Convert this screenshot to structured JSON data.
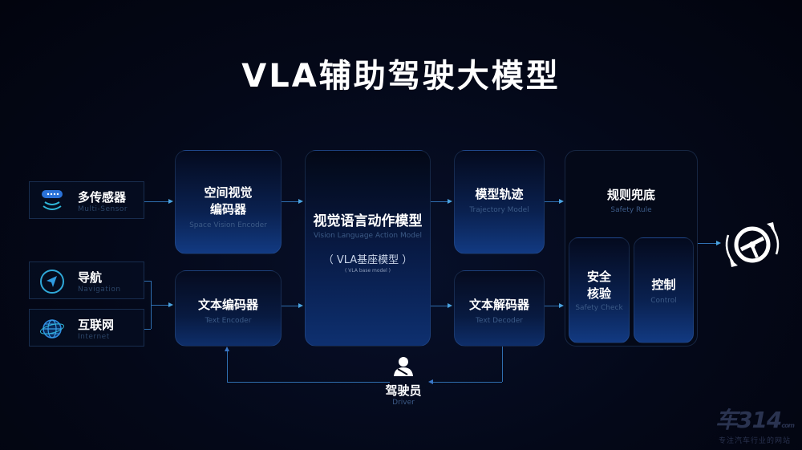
{
  "title": "VLA辅助驾驶大模型",
  "inputs": [
    {
      "zh": "多传感器",
      "en": "Multi-Sensor",
      "icon": "sensor-icon"
    },
    {
      "zh": "导航",
      "en": "Navigation",
      "icon": "navigation-arrow-icon"
    },
    {
      "zh": "互联网",
      "en": "Internet",
      "icon": "globe-icon"
    }
  ],
  "encoders": {
    "space_vision": {
      "zh_line1": "空间视觉",
      "zh_line2": "编码器",
      "en": "Space Vision Encoder"
    },
    "text": {
      "zh": "文本编码器",
      "en": "Text Encoder"
    }
  },
  "vla": {
    "zh": "视觉语言动作模型",
    "en": "Vision Language Action Model",
    "sub_zh": "（ VLA基座模型 ）",
    "sub_en": "( VLA base model )"
  },
  "decoders": {
    "trajectory": {
      "zh": "模型轨迹",
      "en": "Trajectory Model"
    },
    "text": {
      "zh": "文本解码器",
      "en": "Text  Decoder"
    }
  },
  "safety": {
    "zh": "规则兜底",
    "en": "Safety Rule",
    "check": {
      "zh_line1": "安全",
      "zh_line2": "核验",
      "en": "Safety Check"
    },
    "control": {
      "zh": "控制",
      "en": "Control"
    }
  },
  "output": {
    "icon": "steering-wheel-icon"
  },
  "driver": {
    "zh": "驾驶员",
    "en": "Driver",
    "icon": "driver-seatbelt-icon"
  },
  "watermark": {
    "logo": "车314",
    "domain": "com",
    "tagline": "专注汽车行业的网站"
  },
  "colors": {
    "background": "#040818",
    "accent": "#2f6fb0",
    "arrow": "#4aa3e0",
    "box_bottom": "#123a82"
  }
}
